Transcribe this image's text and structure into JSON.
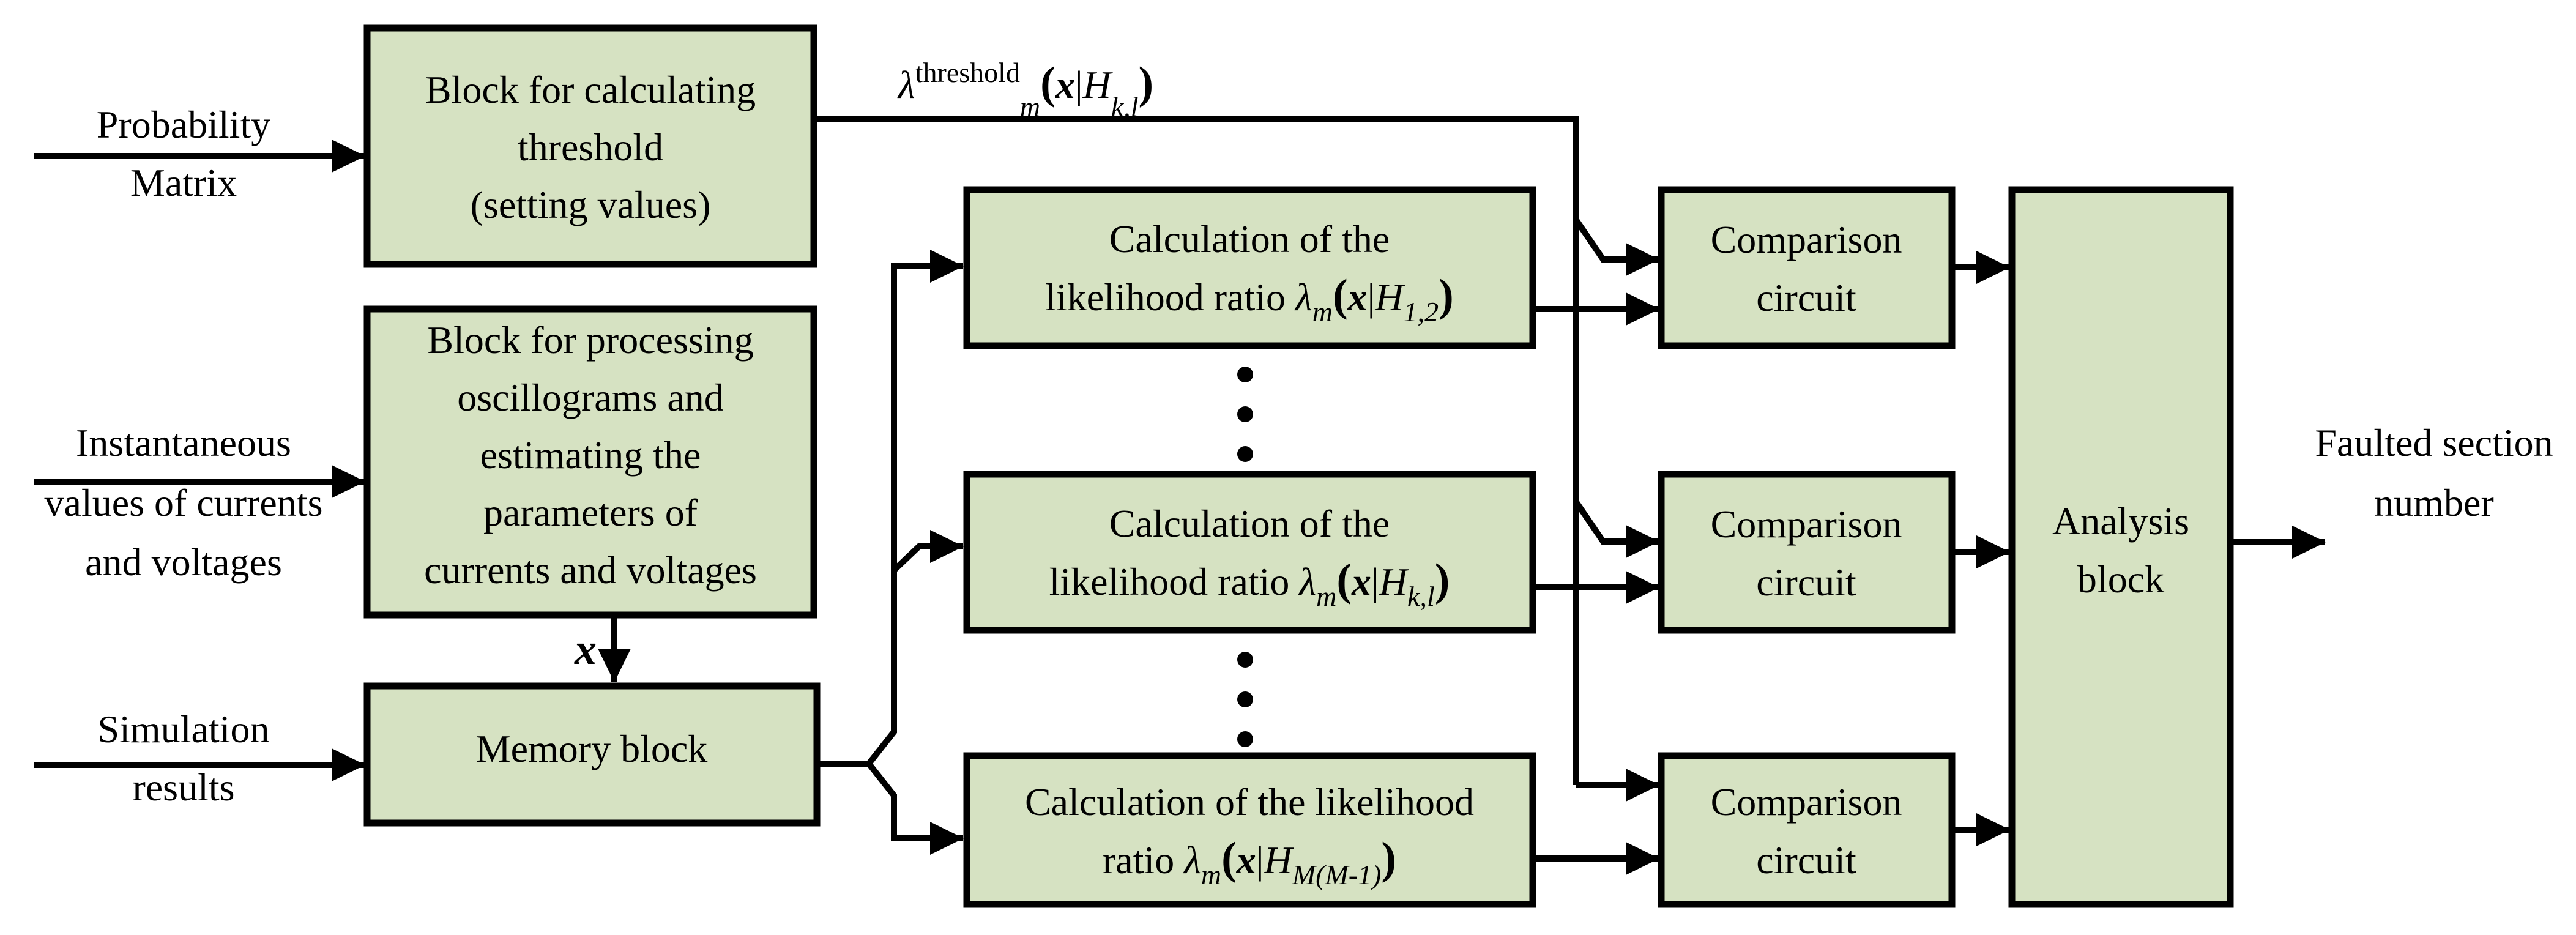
{
  "colors": {
    "block_fill": "#d6e2c2",
    "ink": "#000000",
    "background": "#ffffff"
  },
  "inputs": {
    "probability": {
      "line1": "Probability",
      "line2": "Matrix"
    },
    "instantaneous": {
      "line1": "Instantaneous",
      "line2": "values of currents",
      "line3": "and voltages"
    },
    "simulation": {
      "line1": "Simulation",
      "line2": "results"
    }
  },
  "blocks": {
    "threshold": {
      "line1": "Block for calculating",
      "line2": "threshold",
      "line3": "(setting values)"
    },
    "processing": {
      "line1": "Block for processing",
      "line2": "oscillograms and",
      "line3": "estimating the",
      "line4": "parameters of",
      "line5": "currents and voltages"
    },
    "memory": {
      "label": "Memory block"
    },
    "likelihood1": {
      "line1": "Calculation of the"
    },
    "likelihood2": {
      "line1": "Calculation of the"
    },
    "likelihood3": {
      "line1": "Calculation of the likelihood"
    },
    "comparison": {
      "line1": "Comparison",
      "line2": "circuit"
    },
    "analysis": {
      "line1": "Analysis",
      "line2": "block"
    }
  },
  "formulas": {
    "threshold_label": {
      "lambda": "λ",
      "sup": "threshold",
      "sub": "m",
      "open": "(",
      "x": "x",
      "bar": "|",
      "H": "H",
      "hsub": "k,l",
      "close": ")"
    },
    "memory_input": {
      "x": "x"
    },
    "lr1": {
      "prefix": "likelihood ratio ",
      "lambda": "λ",
      "sub": "m",
      "open": "(",
      "x": "x",
      "bar": "|",
      "H": "H",
      "hsub": "1,2",
      "close": ")"
    },
    "lr2": {
      "prefix": "likelihood ratio ",
      "lambda": "λ",
      "sub": "m",
      "open": "(",
      "x": "x",
      "bar": "|",
      "H": "H",
      "hsub": "k,l",
      "close": ")"
    },
    "lr3": {
      "prefix": "ratio ",
      "lambda": "λ",
      "sub": "m",
      "open": "(",
      "x": "x",
      "bar": "|",
      "H": "H",
      "hsub": "M(M-1)",
      "close": ")"
    }
  },
  "output": {
    "line1": "Faulted section",
    "line2": "number"
  }
}
